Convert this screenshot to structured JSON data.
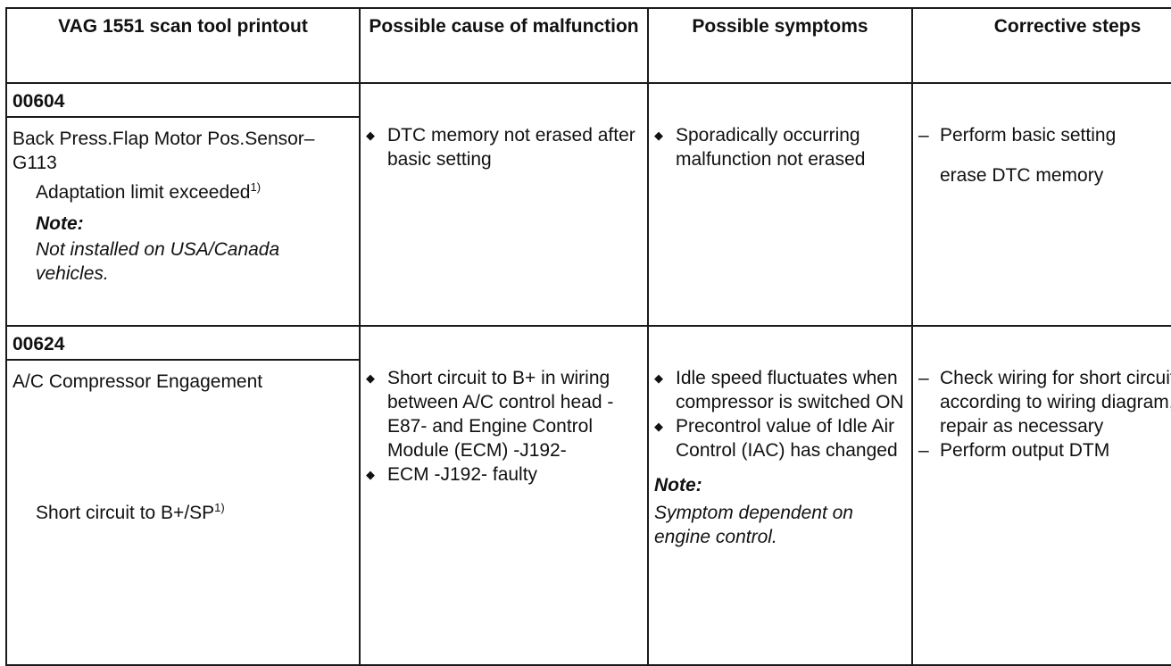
{
  "headers": [
    "VAG 1551 scan tool printout",
    "Possible cause of malfunction",
    "Possible symptoms",
    "Corrective steps"
  ],
  "rows": [
    {
      "code": "00604",
      "component": "Back Press.Flap Motor Pos.Sensor–G113",
      "fault": "Adaptation limit exceeded",
      "fault_sup": "1)",
      "note_label": "Note:",
      "note_text": "Not installed on USA/Canada vehicles.",
      "causes": [
        "DTC memory not erased after basic setting"
      ],
      "symptoms": [
        "Sporadically occurring malfunction not erased"
      ],
      "steps": [
        "Perform basic setting"
      ],
      "steps_extra": "erase DTC memory"
    },
    {
      "code": "00624",
      "component": "A/C Compressor Engagement",
      "fault": "Short circuit to B+/SP",
      "fault_sup": "1)",
      "causes": [
        "Short circuit to B+ in wiring between A/C control head -E87- and Engine Control Module (ECM) -J192-",
        "ECM -J192- faulty"
      ],
      "symptoms": [
        "Idle speed fluctuates when compressor is switched ON",
        "Precontrol value of Idle Air Control (IAC) has changed"
      ],
      "symptom_note_label": "Note:",
      "symptom_note_text": "Symptom dependent on engine control.",
      "steps": [
        "Check wiring for short circuit according to wiring diagram, repair as necessary",
        "Perform output DTM"
      ]
    }
  ]
}
